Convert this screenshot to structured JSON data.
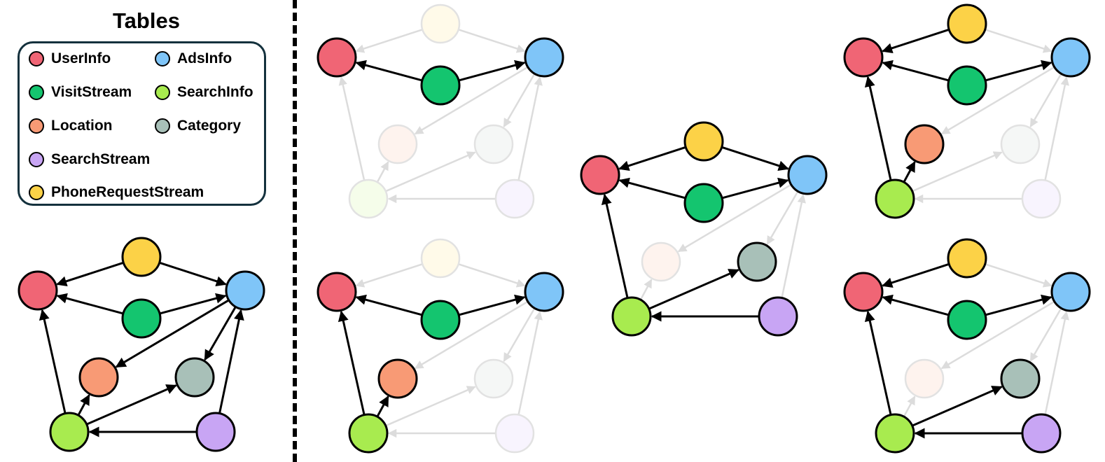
{
  "legend": {
    "title": "Tables",
    "items": [
      {
        "key": "UserInfo",
        "label": "UserInfo",
        "color": "#f06575"
      },
      {
        "key": "AdsInfo",
        "label": "AdsInfo",
        "color": "#7fc5f8"
      },
      {
        "key": "VisitStream",
        "label": "VisitStream",
        "color": "#14c56f"
      },
      {
        "key": "SearchInfo",
        "label": "SearchInfo",
        "color": "#a8eb4f"
      },
      {
        "key": "Location",
        "label": "Location",
        "color": "#f89a75"
      },
      {
        "key": "Category",
        "label": "Category",
        "color": "#a8c0b8"
      },
      {
        "key": "SearchStream",
        "label": "SearchStream",
        "color": "#c8a5f4"
      },
      {
        "key": "PhoneRequestStream",
        "label": "PhoneRequestStream",
        "color": "#fcd247"
      }
    ]
  },
  "edges": [
    {
      "from": "PhoneRequestStream",
      "to": "UserInfo"
    },
    {
      "from": "PhoneRequestStream",
      "to": "AdsInfo"
    },
    {
      "from": "VisitStream",
      "to": "UserInfo"
    },
    {
      "from": "VisitStream",
      "to": "AdsInfo"
    },
    {
      "from": "AdsInfo",
      "to": "Location"
    },
    {
      "from": "AdsInfo",
      "to": "Category"
    },
    {
      "from": "SearchInfo",
      "to": "UserInfo"
    },
    {
      "from": "SearchInfo",
      "to": "Location"
    },
    {
      "from": "SearchInfo",
      "to": "Category"
    },
    {
      "from": "SearchStream",
      "to": "SearchInfo"
    },
    {
      "from": "SearchStream",
      "to": "AdsInfo"
    }
  ],
  "graphs": [
    {
      "id": "full-schema",
      "active_nodes": [
        "UserInfo",
        "AdsInfo",
        "VisitStream",
        "SearchInfo",
        "Location",
        "Category",
        "SearchStream",
        "PhoneRequestStream"
      ],
      "active_edges": [
        0,
        1,
        2,
        3,
        4,
        5,
        6,
        7,
        8,
        9,
        10
      ]
    },
    {
      "id": "subgraph-top-left",
      "active_nodes": [
        "UserInfo",
        "AdsInfo",
        "VisitStream"
      ],
      "active_edges": [
        2,
        3
      ]
    },
    {
      "id": "subgraph-bottom-left",
      "active_nodes": [
        "UserInfo",
        "AdsInfo",
        "VisitStream",
        "SearchInfo",
        "Location"
      ],
      "active_edges": [
        2,
        3,
        6,
        7
      ]
    },
    {
      "id": "subgraph-center",
      "active_nodes": [
        "UserInfo",
        "AdsInfo",
        "VisitStream",
        "PhoneRequestStream",
        "SearchInfo",
        "Category",
        "SearchStream"
      ],
      "active_edges": [
        0,
        1,
        2,
        3,
        6,
        8,
        9
      ]
    },
    {
      "id": "subgraph-top-right",
      "active_nodes": [
        "UserInfo",
        "AdsInfo",
        "VisitStream",
        "PhoneRequestStream",
        "SearchInfo",
        "Location"
      ],
      "active_edges": [
        0,
        2,
        3,
        6,
        7
      ]
    },
    {
      "id": "subgraph-bottom-right",
      "active_nodes": [
        "UserInfo",
        "AdsInfo",
        "VisitStream",
        "PhoneRequestStream",
        "SearchInfo",
        "Category",
        "SearchStream"
      ],
      "active_edges": [
        0,
        2,
        3,
        6,
        8,
        9
      ]
    }
  ]
}
